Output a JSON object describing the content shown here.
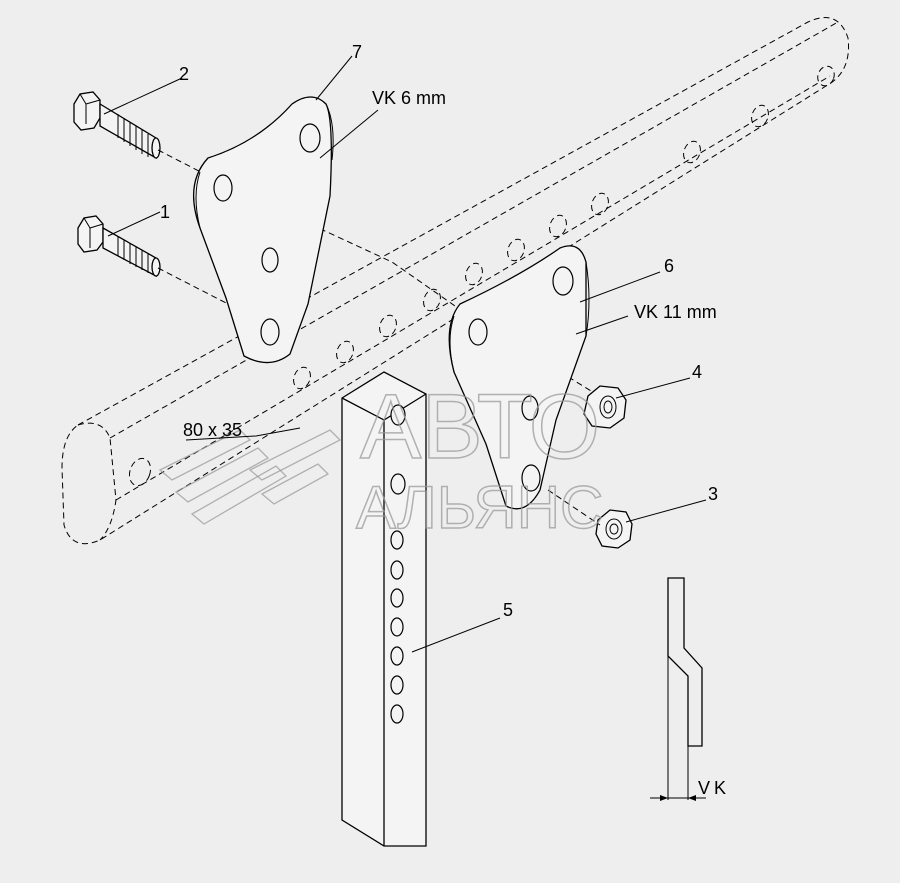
{
  "diagram": {
    "callouts": [
      {
        "id": "1",
        "text": "1"
      },
      {
        "id": "2",
        "text": "2"
      },
      {
        "id": "3",
        "text": "3"
      },
      {
        "id": "4",
        "text": "4"
      },
      {
        "id": "5",
        "text": "5"
      },
      {
        "id": "6",
        "text": "6"
      },
      {
        "id": "7",
        "text": "7"
      }
    ],
    "labels": {
      "vk_6": "VK 6 mm",
      "vk_11": "VK 11 mm",
      "beam_size": "80 x 35",
      "detail_vk": "VK"
    },
    "watermark": {
      "line1": "АВТО",
      "line2": "АЛЬЯНС"
    }
  }
}
